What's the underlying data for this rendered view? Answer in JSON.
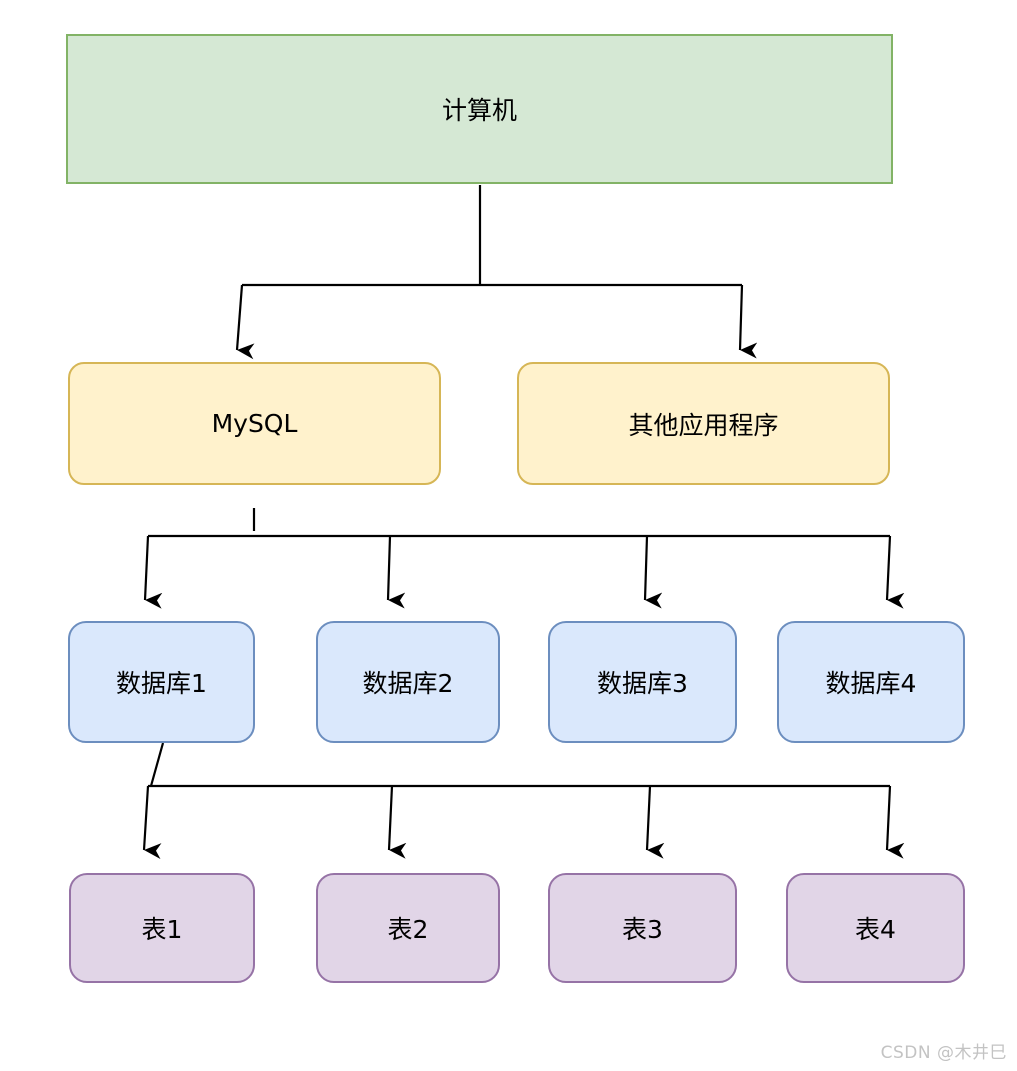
{
  "diagram": {
    "type": "hierarchy-flowchart",
    "nodes": {
      "computer": {
        "label": "计算机",
        "color_fill": "#d5e8d4",
        "color_border": "#82b366"
      },
      "mysql": {
        "label": "MySQL",
        "color_fill": "#fff2cc",
        "color_border": "#d6b656"
      },
      "other": {
        "label": "其他应用程序",
        "color_fill": "#fff2cc",
        "color_border": "#d6b656"
      },
      "db1": {
        "label": "数据库1",
        "color_fill": "#dae8fc",
        "color_border": "#6c8ebf"
      },
      "db2": {
        "label": "数据库2",
        "color_fill": "#dae8fc",
        "color_border": "#6c8ebf"
      },
      "db3": {
        "label": "数据库3",
        "color_fill": "#dae8fc",
        "color_border": "#6c8ebf"
      },
      "db4": {
        "label": "数据库4",
        "color_fill": "#dae8fc",
        "color_border": "#6c8ebf"
      },
      "t1": {
        "label": "表1",
        "color_fill": "#e1d5e7",
        "color_border": "#9673a6"
      },
      "t2": {
        "label": "表2",
        "color_fill": "#e1d5e7",
        "color_border": "#9673a6"
      },
      "t3": {
        "label": "表3",
        "color_fill": "#e1d5e7",
        "color_border": "#9673a6"
      },
      "t4": {
        "label": "表4",
        "color_fill": "#e1d5e7",
        "color_border": "#9673a6"
      }
    },
    "edges": [
      {
        "from": "computer",
        "to": "mysql"
      },
      {
        "from": "computer",
        "to": "other"
      },
      {
        "from": "mysql",
        "to": "db1"
      },
      {
        "from": "mysql",
        "to": "db2"
      },
      {
        "from": "mysql",
        "to": "db3"
      },
      {
        "from": "mysql",
        "to": "db4"
      },
      {
        "from": "db1",
        "to": "t1"
      },
      {
        "from": "db1",
        "to": "t2"
      },
      {
        "from": "db1",
        "to": "t3"
      },
      {
        "from": "db1",
        "to": "t4"
      }
    ],
    "edge_color": "#000000"
  },
  "watermark": {
    "text": "CSDN @木井巳",
    "color": "#c3c3c3"
  }
}
